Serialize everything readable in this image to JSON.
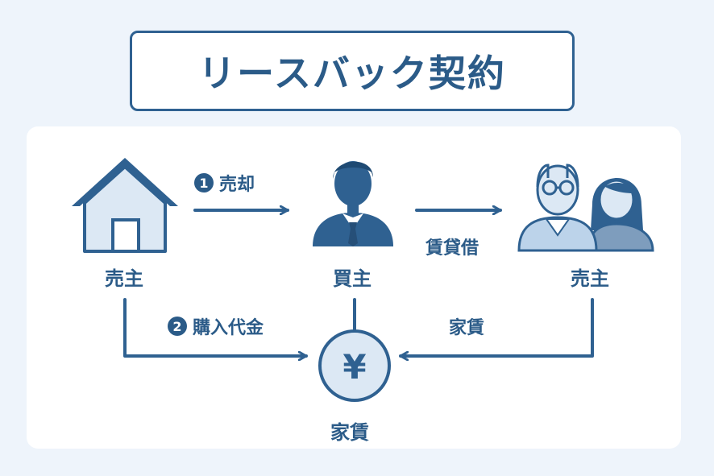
{
  "title": "リースバック契約",
  "nodes": {
    "seller_left": "売主",
    "buyer": "買主",
    "seller_right": "売主",
    "payment": "家賃"
  },
  "edges": {
    "sale": {
      "number": "1",
      "label": "売却"
    },
    "lease": {
      "label": "賃貸借"
    },
    "purchase_price": {
      "number": "2",
      "label": "購入代金"
    },
    "rent": {
      "label": "家賃"
    }
  },
  "icons": {
    "yen_symbol": "¥"
  },
  "colors": {
    "primary": "#2f6191",
    "light_fill": "#dce8f4",
    "background": "#eef4fb"
  }
}
